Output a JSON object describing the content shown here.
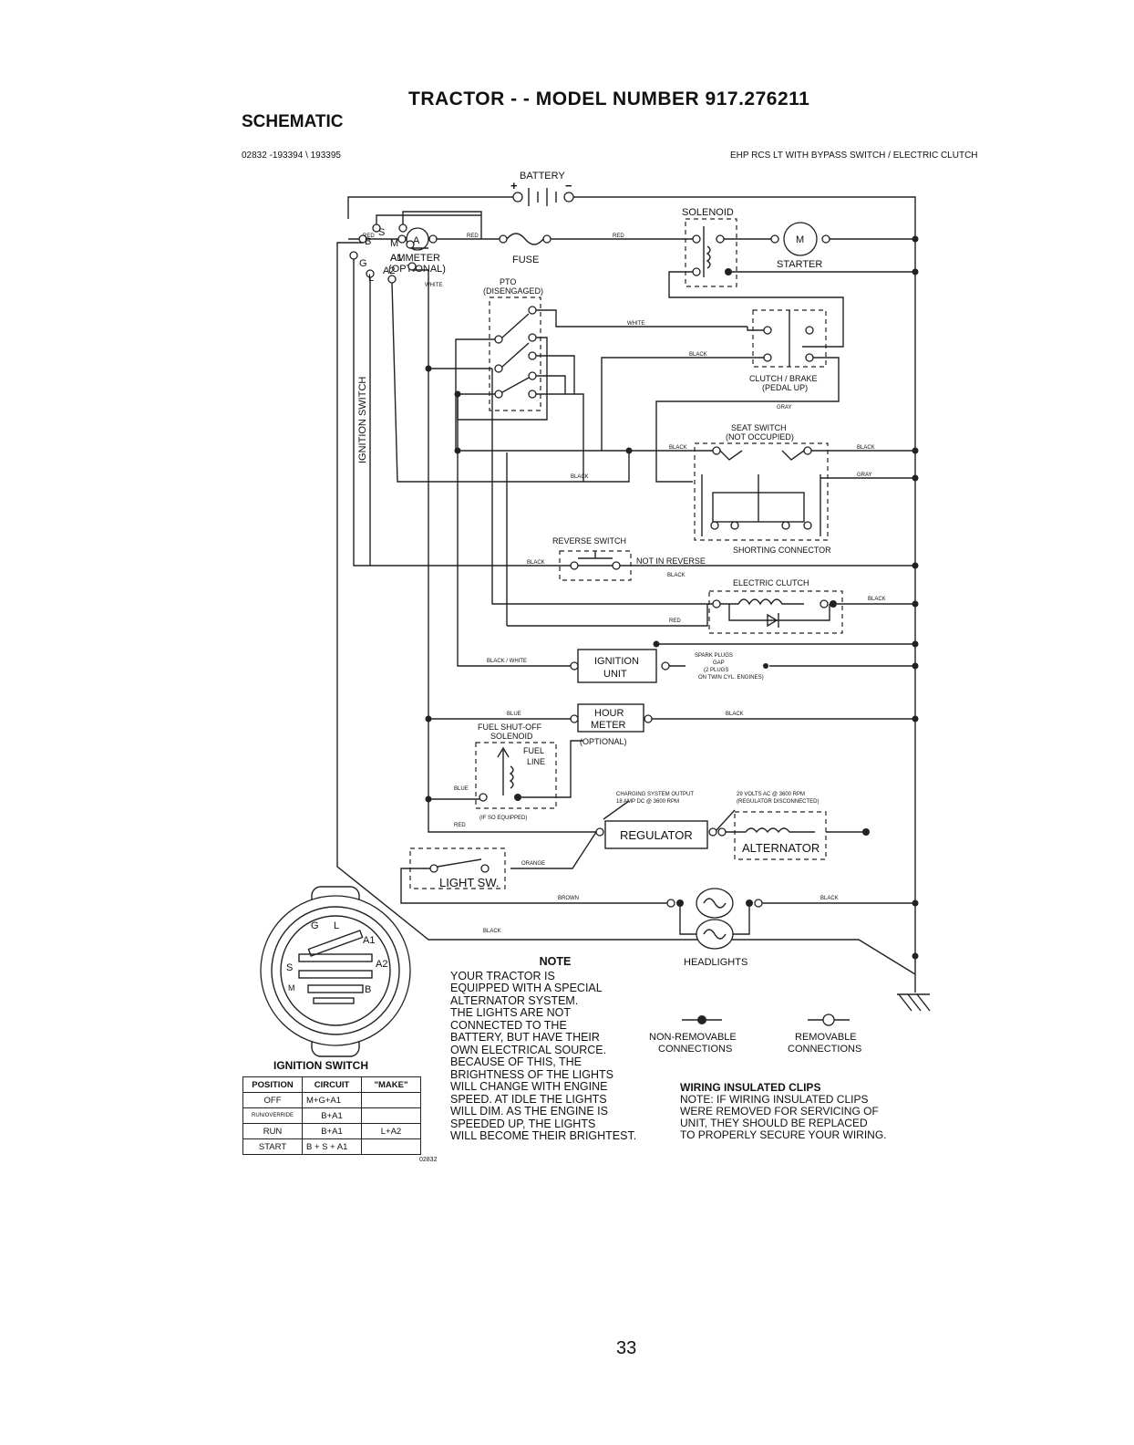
{
  "header": {
    "title": "TRACTOR - - MODEL NUMBER 917.276211",
    "section": "SCHEMATIC",
    "part_numbers": "02832 -193394 \\ 193395",
    "model_description": "EHP RCS LT WITH BYPASS SWITCH / ELECTRIC CLUTCH"
  },
  "components": {
    "battery": "BATTERY",
    "solenoid": "SOLENOID",
    "ammeter": "AMMETER",
    "ammeter_optional": "(OPTIONAL)",
    "ammeter_symbol": "A",
    "fuse": "FUSE",
    "starter": "STARTER",
    "starter_symbol": "M",
    "pto": "PTO",
    "pto_state": "(DISENGAGED)",
    "clutch_brake": "CLUTCH / BRAKE",
    "clutch_brake_state": "(PEDAL UP)",
    "seat_switch": "SEAT SWITCH",
    "seat_switch_state": "(NOT OCCUPIED)",
    "shorting_connector": "SHORTING CONNECTOR",
    "reverse_switch": "REVERSE SWITCH",
    "not_in_reverse": "NOT IN REVERSE",
    "electric_clutch": "ELECTRIC CLUTCH",
    "ignition_unit_1": "IGNITION",
    "ignition_unit_2": "UNIT",
    "spark_1": "SPARK PLUGS",
    "spark_2": "GAP",
    "spark_3": "(2 PLUGS",
    "spark_4": "ON TWIN CYL. ENGINES)",
    "hour_meter_1": "HOUR",
    "hour_meter_2": "METER",
    "hour_meter_optional": "(OPTIONAL)",
    "fuel_solenoid_1": "FUEL SHUT-OFF",
    "fuel_solenoid_2": "SOLENOID",
    "fuel_line_1": "FUEL",
    "fuel_line_2": "LINE",
    "if_equipped": "(IF SO EQUIPPED)",
    "charging_1": "CHARGING SYSTEM OUTPUT",
    "charging_2": "18 AMP DC @ 3600 RPM",
    "ac_1": "29 VOLTS AC @ 3600 RPM",
    "ac_2": "(REGULATOR DISCONNECTED)",
    "regulator": "REGULATOR",
    "alternator": "ALTERNATOR",
    "light_switch": "LIGHT SW.",
    "headlights": "HEADLIGHTS",
    "ignition_switch_vertical": "IGNITION SWITCH",
    "ign_term_b": "B",
    "ign_term_s": "S",
    "ign_term_m": "M",
    "ign_term_g": "G",
    "ign_term_a1": "A1",
    "ign_term_l": "L",
    "ign_term_a2": "A2"
  },
  "wire_colors": {
    "red": "RED",
    "white": "WHITE",
    "black": "BLACK",
    "gray": "GRAY",
    "blue": "BLUE",
    "black_white": "BLACK / WHITE",
    "orange": "ORANGE",
    "brown": "BROWN"
  },
  "switch_face": {
    "g": "G",
    "l": "L",
    "a1": "A1",
    "s": "S",
    "a2": "A2",
    "m": "M",
    "b": "B"
  },
  "ignition_table": {
    "caption": "IGNITION SWITCH",
    "headers": [
      "POSITION",
      "CIRCUIT",
      "\"MAKE\""
    ],
    "rows": [
      [
        "OFF",
        "M+G+A1",
        ""
      ],
      [
        "RUN/OVERRIDE",
        "B+A1",
        ""
      ],
      [
        "RUN",
        "B+A1",
        "L+A2"
      ],
      [
        "START",
        "B + S + A1",
        ""
      ]
    ],
    "ref": "02832"
  },
  "note": {
    "heading": "NOTE",
    "lines": [
      "YOUR TRACTOR IS",
      "EQUIPPED WITH A SPECIAL",
      "ALTERNATOR SYSTEM.",
      "THE LIGHTS ARE NOT",
      "CONNECTED TO THE",
      "BATTERY, BUT HAVE THEIR",
      "OWN ELECTRICAL SOURCE.",
      "BECAUSE OF THIS, THE",
      "BRIGHTNESS OF THE LIGHTS",
      "WILL CHANGE WITH ENGINE",
      "SPEED.  AT IDLE THE LIGHTS",
      "WILL DIM.  AS THE ENGINE IS",
      "SPEEDED UP, THE LIGHTS",
      "WILL BECOME THEIR BRIGHTEST."
    ]
  },
  "legend": {
    "non_removable_1": "NON-REMOVABLE",
    "non_removable_2": "CONNECTIONS",
    "removable_1": "REMOVABLE",
    "removable_2": "CONNECTIONS"
  },
  "clips": {
    "heading": "WIRING INSULATED CLIPS",
    "lines": [
      "NOTE: IF WIRING INSULATED CLIPS",
      "WERE REMOVED FOR SERVICING OF",
      "UNIT, THEY SHOULD BE REPLACED",
      "TO PROPERLY SECURE YOUR WIRING."
    ]
  },
  "page_number": "33"
}
